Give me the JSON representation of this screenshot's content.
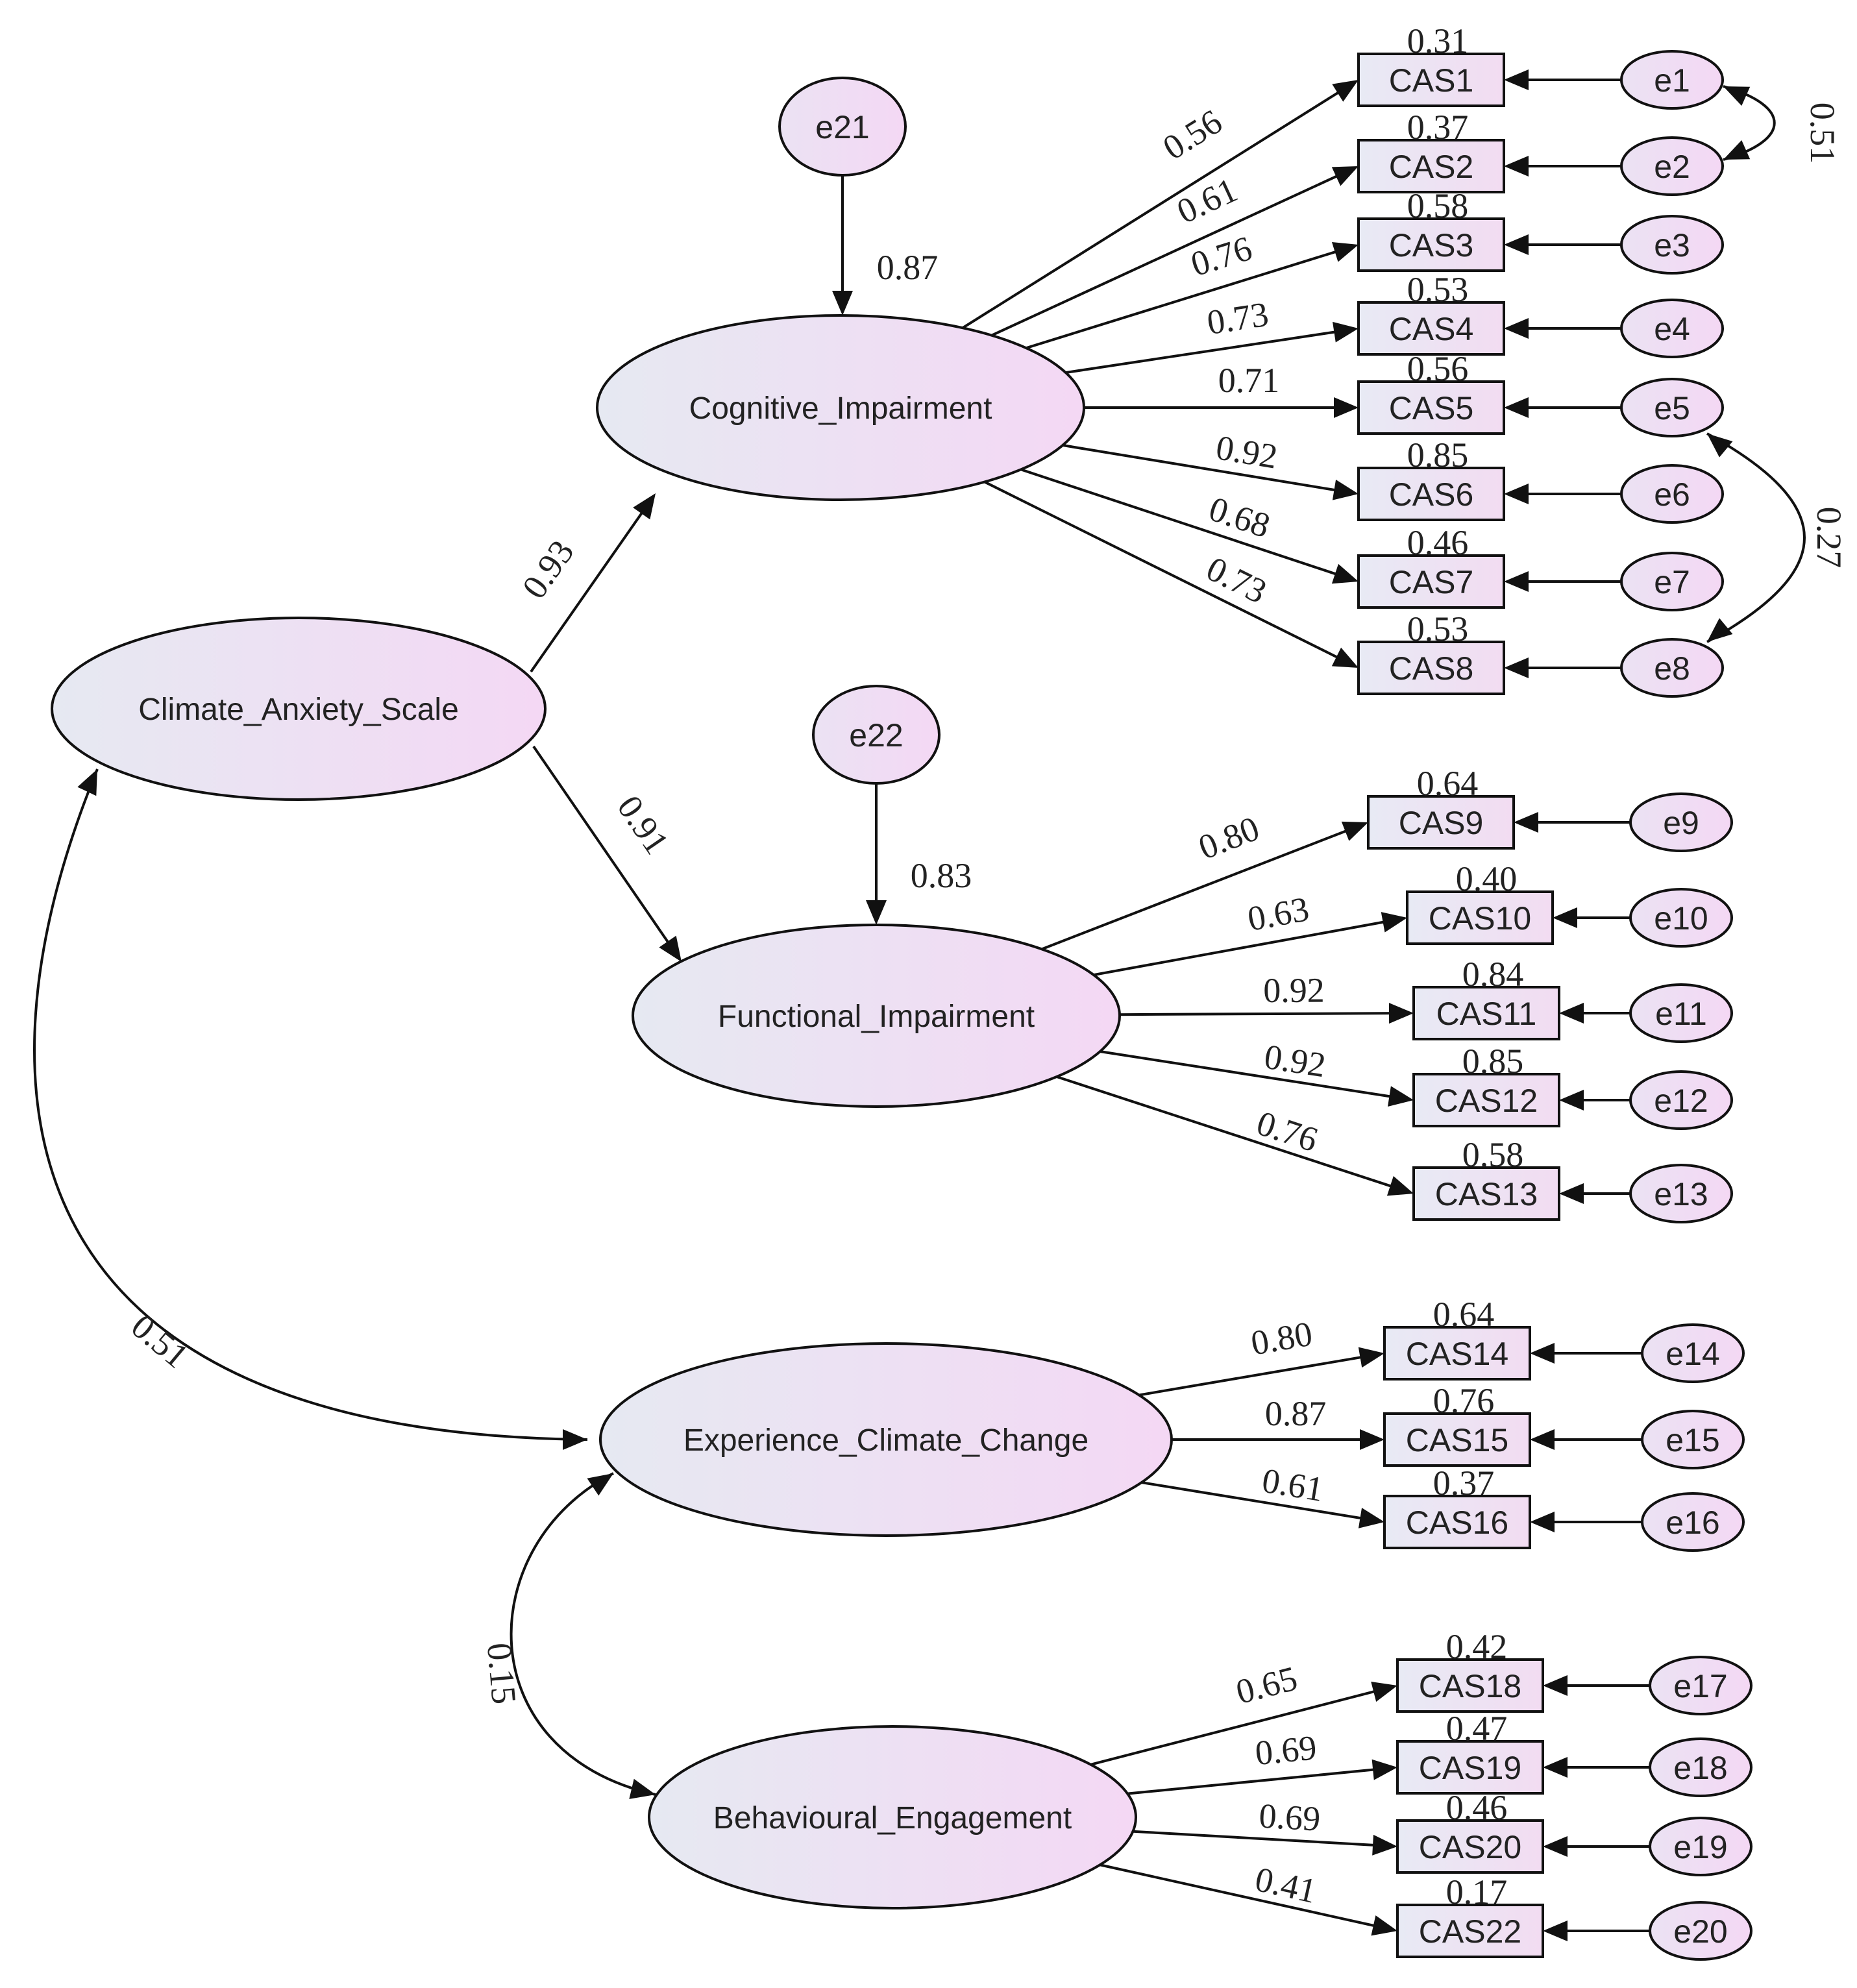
{
  "colors": {
    "fill_left": "#e6e9f2",
    "fill_right": "#f4d8f4",
    "stroke": "#111111"
  },
  "latents": [
    {
      "id": "cas",
      "label": "Climate_Anxiety_Scale"
    },
    {
      "id": "cog",
      "label": "Cognitive_Impairment"
    },
    {
      "id": "fun",
      "label": "Functional_Impairment"
    },
    {
      "id": "exp",
      "label": "Experience_Climate_Change"
    },
    {
      "id": "beh",
      "label": "Behavioural_Engagement"
    }
  ],
  "disturbances": [
    {
      "id": "e21",
      "label": "e21",
      "target": "cog",
      "coef": "0.87"
    },
    {
      "id": "e22",
      "label": "e22",
      "target": "fun",
      "coef": "0.83"
    }
  ],
  "structural_paths": [
    {
      "from": "cas",
      "to": "cog",
      "coef": "0.93"
    },
    {
      "from": "cas",
      "to": "fun",
      "coef": "0.91"
    }
  ],
  "covariances": [
    {
      "from": "cas",
      "to": "exp",
      "coef": "0.51"
    },
    {
      "from": "exp",
      "to": "beh",
      "coef": "0.15"
    },
    {
      "from": "e1",
      "to": "e2",
      "coef": "0.51"
    },
    {
      "from": "e5",
      "to": "e8",
      "coef": "0.27"
    }
  ],
  "indicators": [
    {
      "id": "CAS1",
      "label": "CAS1",
      "factor": "cog",
      "loading": "0.56",
      "r2": "0.31",
      "error": "e1"
    },
    {
      "id": "CAS2",
      "label": "CAS2",
      "factor": "cog",
      "loading": "0.61",
      "r2": "0.37",
      "error": "e2"
    },
    {
      "id": "CAS3",
      "label": "CAS3",
      "factor": "cog",
      "loading": "0.76",
      "r2": "0.58",
      "error": "e3"
    },
    {
      "id": "CAS4",
      "label": "CAS4",
      "factor": "cog",
      "loading": "0.73",
      "r2": "0.53",
      "error": "e4"
    },
    {
      "id": "CAS5",
      "label": "CAS5",
      "factor": "cog",
      "loading": "0.71",
      "r2": "0.56",
      "error": "e5"
    },
    {
      "id": "CAS6",
      "label": "CAS6",
      "factor": "cog",
      "loading": "0.92",
      "r2": "0.85",
      "error": "e6"
    },
    {
      "id": "CAS7",
      "label": "CAS7",
      "factor": "cog",
      "loading": "0.68",
      "r2": "0.46",
      "error": "e7"
    },
    {
      "id": "CAS8",
      "label": "CAS8",
      "factor": "cog",
      "loading": "0.73",
      "r2": "0.53",
      "error": "e8"
    },
    {
      "id": "CAS9",
      "label": "CAS9",
      "factor": "fun",
      "loading": "0.80",
      "r2": "0.64",
      "error": "e9"
    },
    {
      "id": "CAS10",
      "label": "CAS10",
      "factor": "fun",
      "loading": "0.63",
      "r2": "0.40",
      "error": "e10"
    },
    {
      "id": "CAS11",
      "label": "CAS11",
      "factor": "fun",
      "loading": "0.92",
      "r2": "0.84",
      "error": "e11"
    },
    {
      "id": "CAS12",
      "label": "CAS12",
      "factor": "fun",
      "loading": "0.92",
      "r2": "0.85",
      "error": "e12"
    },
    {
      "id": "CAS13",
      "label": "CAS13",
      "factor": "fun",
      "loading": "0.76",
      "r2": "0.58",
      "error": "e13"
    },
    {
      "id": "CAS14",
      "label": "CAS14",
      "factor": "exp",
      "loading": "0.80",
      "r2": "0.64",
      "error": "e14"
    },
    {
      "id": "CAS15",
      "label": "CAS15",
      "factor": "exp",
      "loading": "0.87",
      "r2": "0.76",
      "error": "e15"
    },
    {
      "id": "CAS16",
      "label": "CAS16",
      "factor": "exp",
      "loading": "0.61",
      "r2": "0.37",
      "error": "e16"
    },
    {
      "id": "CAS18",
      "label": "CAS18",
      "factor": "beh",
      "loading": "0.65",
      "r2": "0.42",
      "error": "e17"
    },
    {
      "id": "CAS19",
      "label": "CAS19",
      "factor": "beh",
      "loading": "0.69",
      "r2": "0.47",
      "error": "e18"
    },
    {
      "id": "CAS20",
      "label": "CAS20",
      "factor": "beh",
      "loading": "0.69",
      "r2": "0.46",
      "error": "e19"
    },
    {
      "id": "CAS22",
      "label": "CAS22",
      "factor": "beh",
      "loading": "0.41",
      "r2": "0.17",
      "error": "e20"
    }
  ]
}
